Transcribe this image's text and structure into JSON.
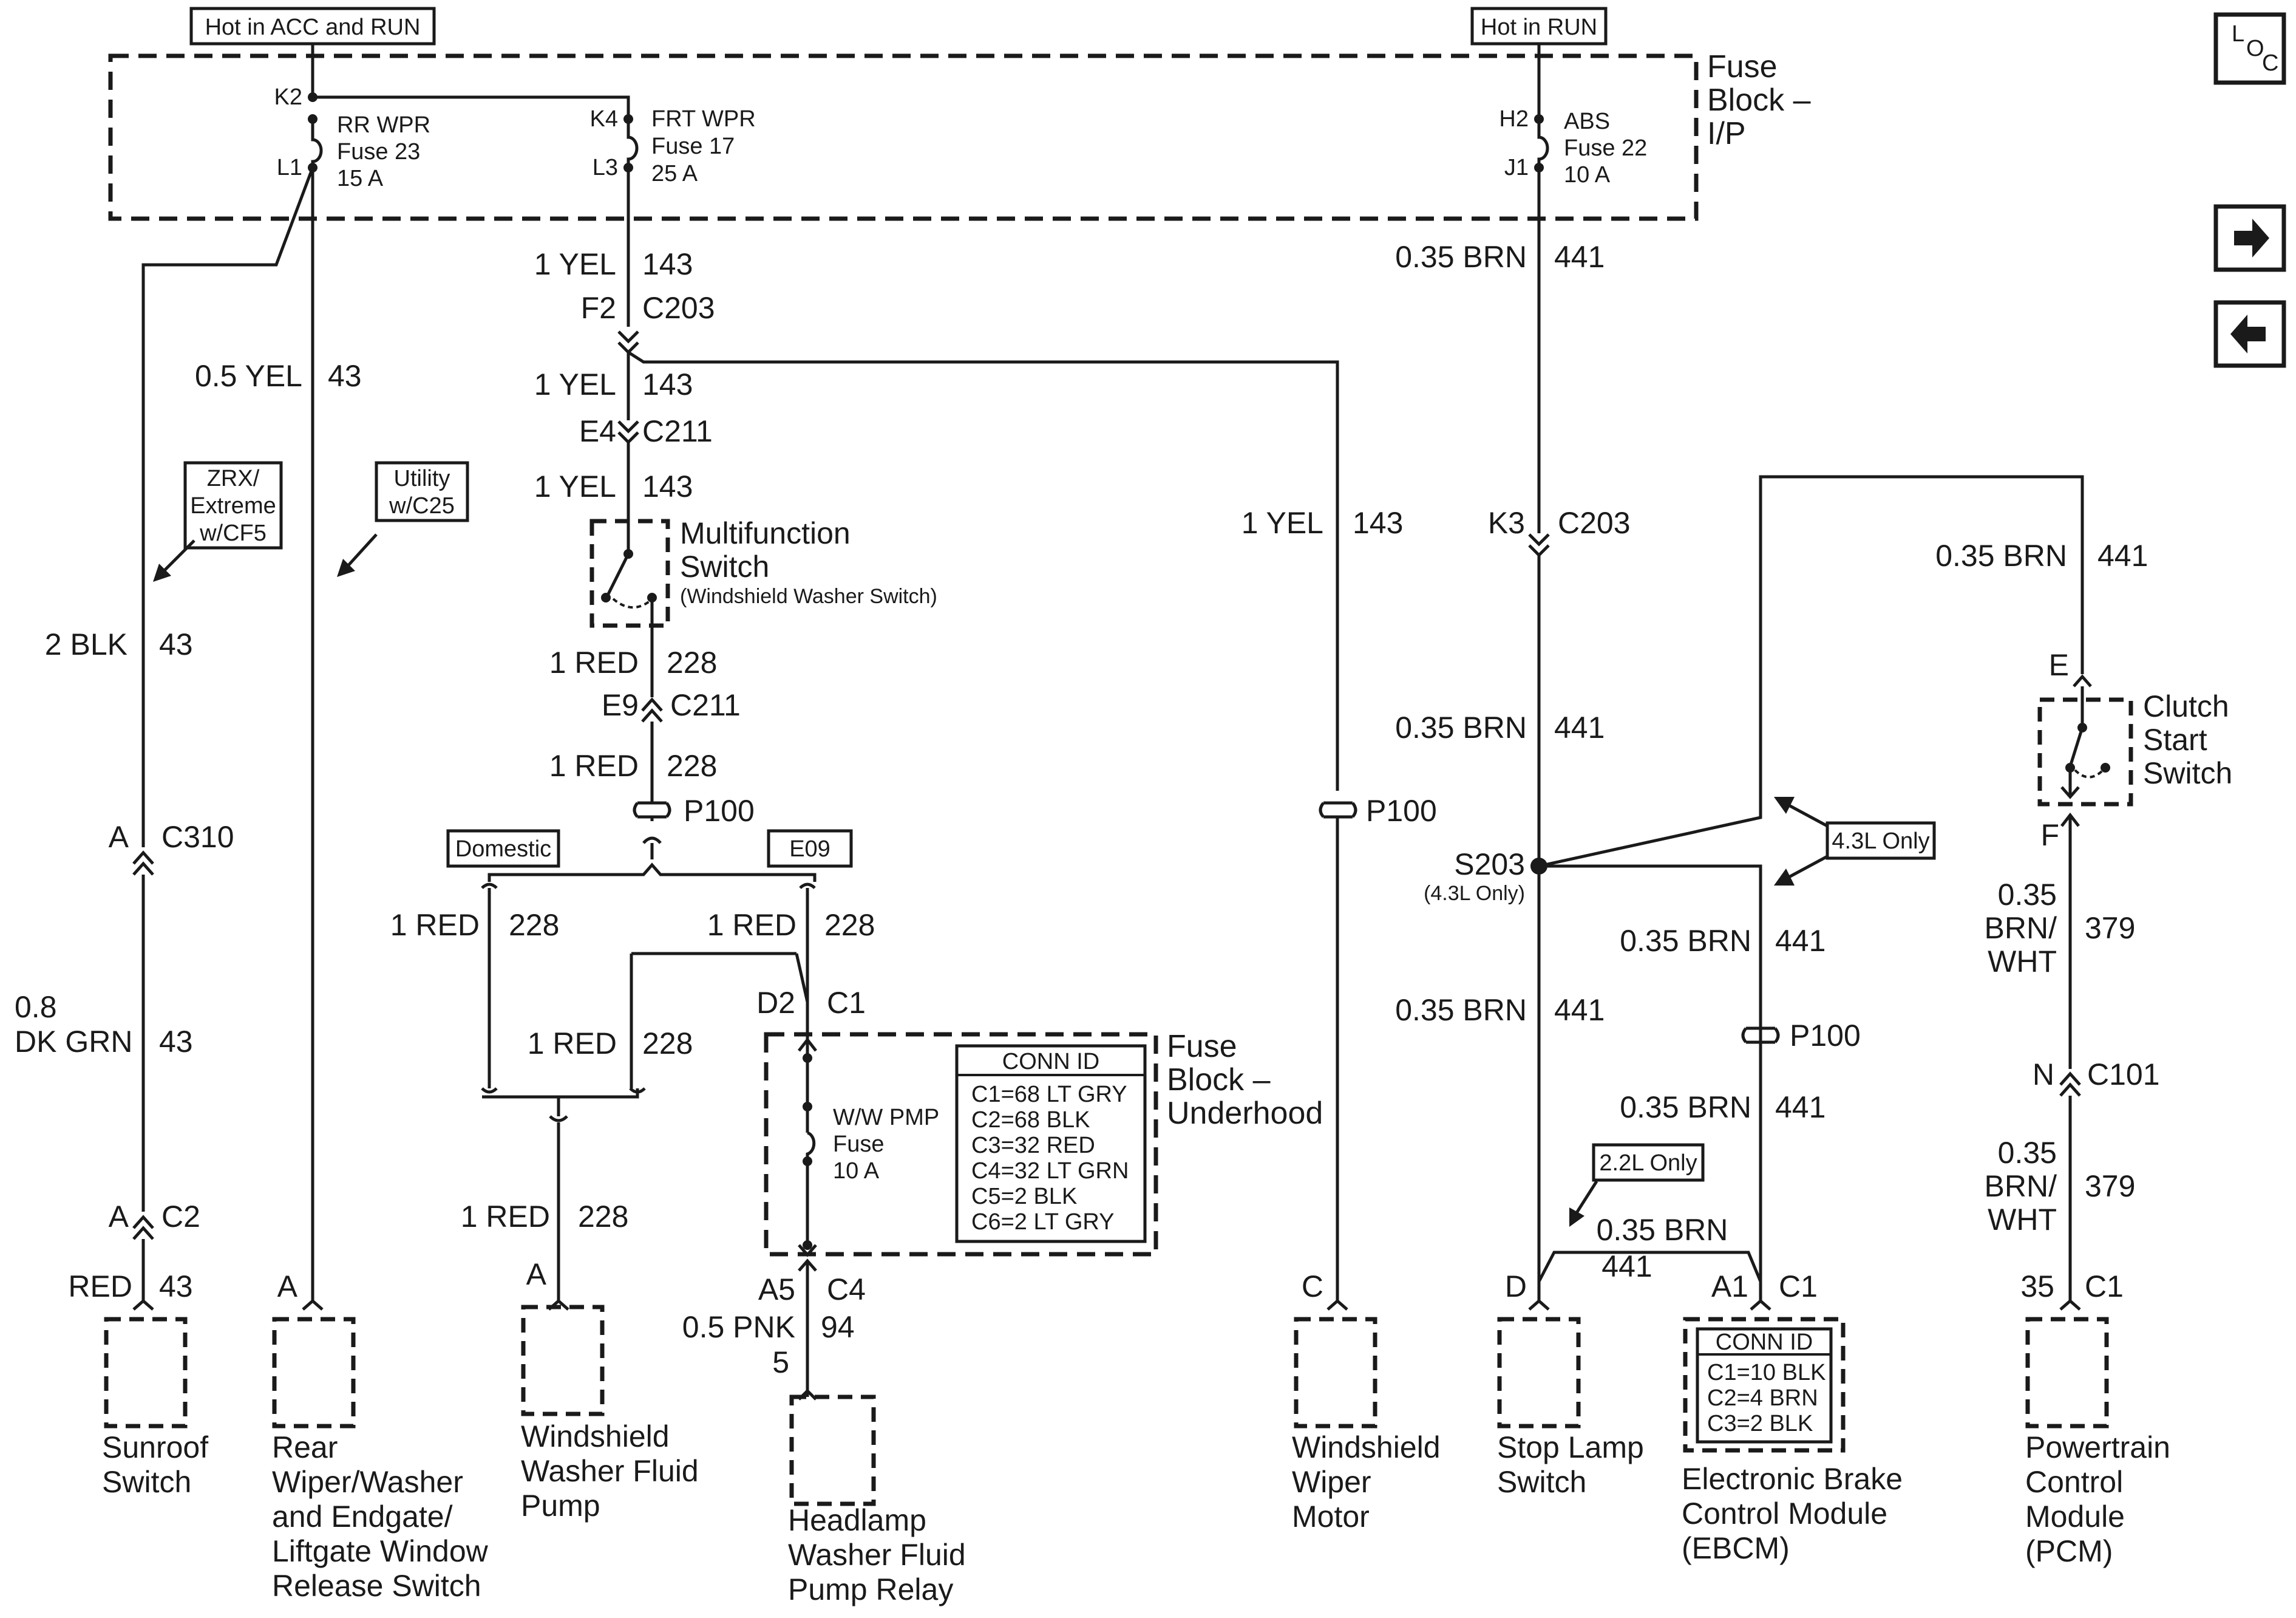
{
  "headers": {
    "hot_acc_run": "Hot in ACC and RUN",
    "hot_run": "Hot in RUN"
  },
  "fuse_block_ip": {
    "title": [
      "Fuse",
      "Block –",
      "I/P"
    ]
  },
  "fuses": {
    "rr_wpr": {
      "top_pin": "K2",
      "bottom_pin": "L1",
      "lines": [
        "RR WPR",
        "Fuse 23",
        "15 A"
      ]
    },
    "frt_wpr": {
      "top_pin": "K4",
      "bottom_pin": "L3",
      "lines": [
        "FRT WPR",
        "Fuse 17",
        "25 A"
      ]
    },
    "abs": {
      "top_pin": "H2",
      "bottom_pin": "J1",
      "lines": [
        "ABS",
        "Fuse 22",
        "10 A"
      ]
    },
    "ww_pmp": {
      "lines": [
        "W/W PMP",
        "Fuse",
        "10 A"
      ]
    }
  },
  "fuse_block_underhood": {
    "title": [
      "Fuse",
      "Block –",
      "Underhood"
    ],
    "conn_id_title": "CONN ID",
    "conn_ids": [
      "C1=68 LT GRY",
      "C2=68 BLK",
      "C3=32 RED",
      "C4=32 LT GRN",
      "C5=2 BLK",
      "C6=2 LT GRY"
    ]
  },
  "wires": {
    "w_0_5yel": {
      "wire": "0.5 YEL",
      "circuit": "43"
    },
    "w_2blk": {
      "wire": "2 BLK",
      "circuit": "43"
    },
    "w_0_8dkgrn": {
      "wire": [
        "0.8",
        "DK GRN"
      ],
      "circuit": "43"
    },
    "w_red43": {
      "wire": "RED",
      "circuit": "43"
    },
    "w_1yel_a": {
      "wire": "1 YEL",
      "circuit": "143"
    },
    "w_1yel_b": {
      "wire": "1 YEL",
      "circuit": "143"
    },
    "w_1yel_c": {
      "wire": "1 YEL",
      "circuit": "143"
    },
    "w_1yel_d": {
      "wire": "1 YEL",
      "circuit": "143"
    },
    "w_1red_a": {
      "wire": "1 RED",
      "circuit": "228"
    },
    "w_1red_b": {
      "wire": "1 RED",
      "circuit": "228"
    },
    "w_1red_c": {
      "wire": "1 RED",
      "circuit": "228"
    },
    "w_1red_d": {
      "wire": "1 RED",
      "circuit": "228"
    },
    "w_1red_e": {
      "wire": "1 RED",
      "circuit": "228"
    },
    "w_1red_f": {
      "wire": "1 RED",
      "circuit": "228"
    },
    "w_0_5pnk": {
      "wire": "0.5 PNK",
      "circuit": "94"
    },
    "w_brn_a": {
      "wire": "0.35 BRN",
      "circuit": "441"
    },
    "w_brn_b": {
      "wire": "0.35 BRN",
      "circuit": "441"
    },
    "w_brn_c": {
      "wire": "0.35 BRN",
      "circuit": "441"
    },
    "w_brn_d": {
      "wire": "0.35 BRN",
      "circuit": "441"
    },
    "w_brn_e": {
      "wire": "0.35 BRN",
      "circuit": "441"
    },
    "w_brn_f": {
      "wire": "0.35 BRN",
      "circuit": "441"
    },
    "w_brn_g": {
      "wire": "0.35 BRN",
      "circuit": "441"
    },
    "w_brnwht_a": {
      "wire": [
        "0.35",
        "BRN/",
        "WHT"
      ],
      "circuit": "379"
    },
    "w_brnwht_b": {
      "wire": [
        "0.35",
        "BRN/",
        "WHT"
      ],
      "circuit": "379"
    }
  },
  "connectors": {
    "f2_c203": {
      "pin": "F2",
      "name": "C203"
    },
    "e4_c211": {
      "pin": "E4",
      "name": "C211"
    },
    "e9_c211": {
      "pin": "E9",
      "name": "C211"
    },
    "a_c310": {
      "pin": "A",
      "name": "C310"
    },
    "a_c2": {
      "pin": "A",
      "name": "C2"
    },
    "k3_c203": {
      "pin": "K3",
      "name": "C203"
    },
    "d2_c1": {
      "pin": "D2",
      "name": "C1"
    },
    "a5_c4": {
      "pin": "A5",
      "name": "C4"
    },
    "e_clutch": {
      "pin": "E"
    },
    "f_clutch": {
      "pin": "F"
    },
    "n_c101": {
      "pin": "N",
      "name": "C101"
    },
    "relay_pin": {
      "pin": "5"
    },
    "rear_pin": {
      "pin": "A"
    },
    "pump_pin": {
      "pin": "A"
    },
    "wiper_pin": {
      "pin": "C"
    },
    "stop_pin": {
      "pin": "D"
    },
    "ebcm_c1": {
      "pin": "A1",
      "name": "C1"
    },
    "pcm_c1": {
      "pin": "35",
      "name": "C1"
    }
  },
  "p100": "P100",
  "splice": {
    "name": "S203",
    "note": "(4.3L Only)"
  },
  "notes": {
    "domestic": "Domestic",
    "e09": "E09",
    "zrx": [
      "ZRX/",
      "Extreme",
      "w/CF5"
    ],
    "utility": [
      "Utility",
      "w/C25"
    ],
    "only_4_3": "4.3L Only",
    "only_2_2": "2.2L Only"
  },
  "multifunction_switch": {
    "lines": [
      "Multifunction",
      "Switch"
    ],
    "sub": "(Windshield Washer Switch)"
  },
  "clutch_switch": {
    "lines": [
      "Clutch",
      "Start",
      "Switch"
    ]
  },
  "ebcm_conn": {
    "title": "CONN ID",
    "items": [
      "C1=10 BLK",
      "C2=4 BRN",
      "C3=2 BLK"
    ]
  },
  "components": {
    "sunroof": [
      "Sunroof",
      "Switch"
    ],
    "rear_wiper": [
      "Rear",
      "Wiper/Washer",
      "and Endgate/",
      "Liftgate Window",
      "Release Switch"
    ],
    "washer_pump": [
      "Windshield",
      "Washer Fluid",
      "Pump"
    ],
    "headlamp_relay": [
      "Headlamp",
      "Washer Fluid",
      "Pump Relay"
    ],
    "wiper_motor": [
      "Windshield",
      "Wiper",
      "Motor"
    ],
    "stop_lamp": [
      "Stop Lamp",
      "Switch"
    ],
    "ebcm": [
      "Electronic Brake",
      "Control Module",
      "(EBCM)"
    ],
    "pcm": [
      "Powertrain",
      "Control",
      "Module",
      "(PCM)"
    ]
  },
  "nav": {
    "loc_letters": [
      "L",
      "O",
      "C"
    ],
    "next_icon": "arrow-right-icon",
    "prev_icon": "arrow-left-icon"
  }
}
